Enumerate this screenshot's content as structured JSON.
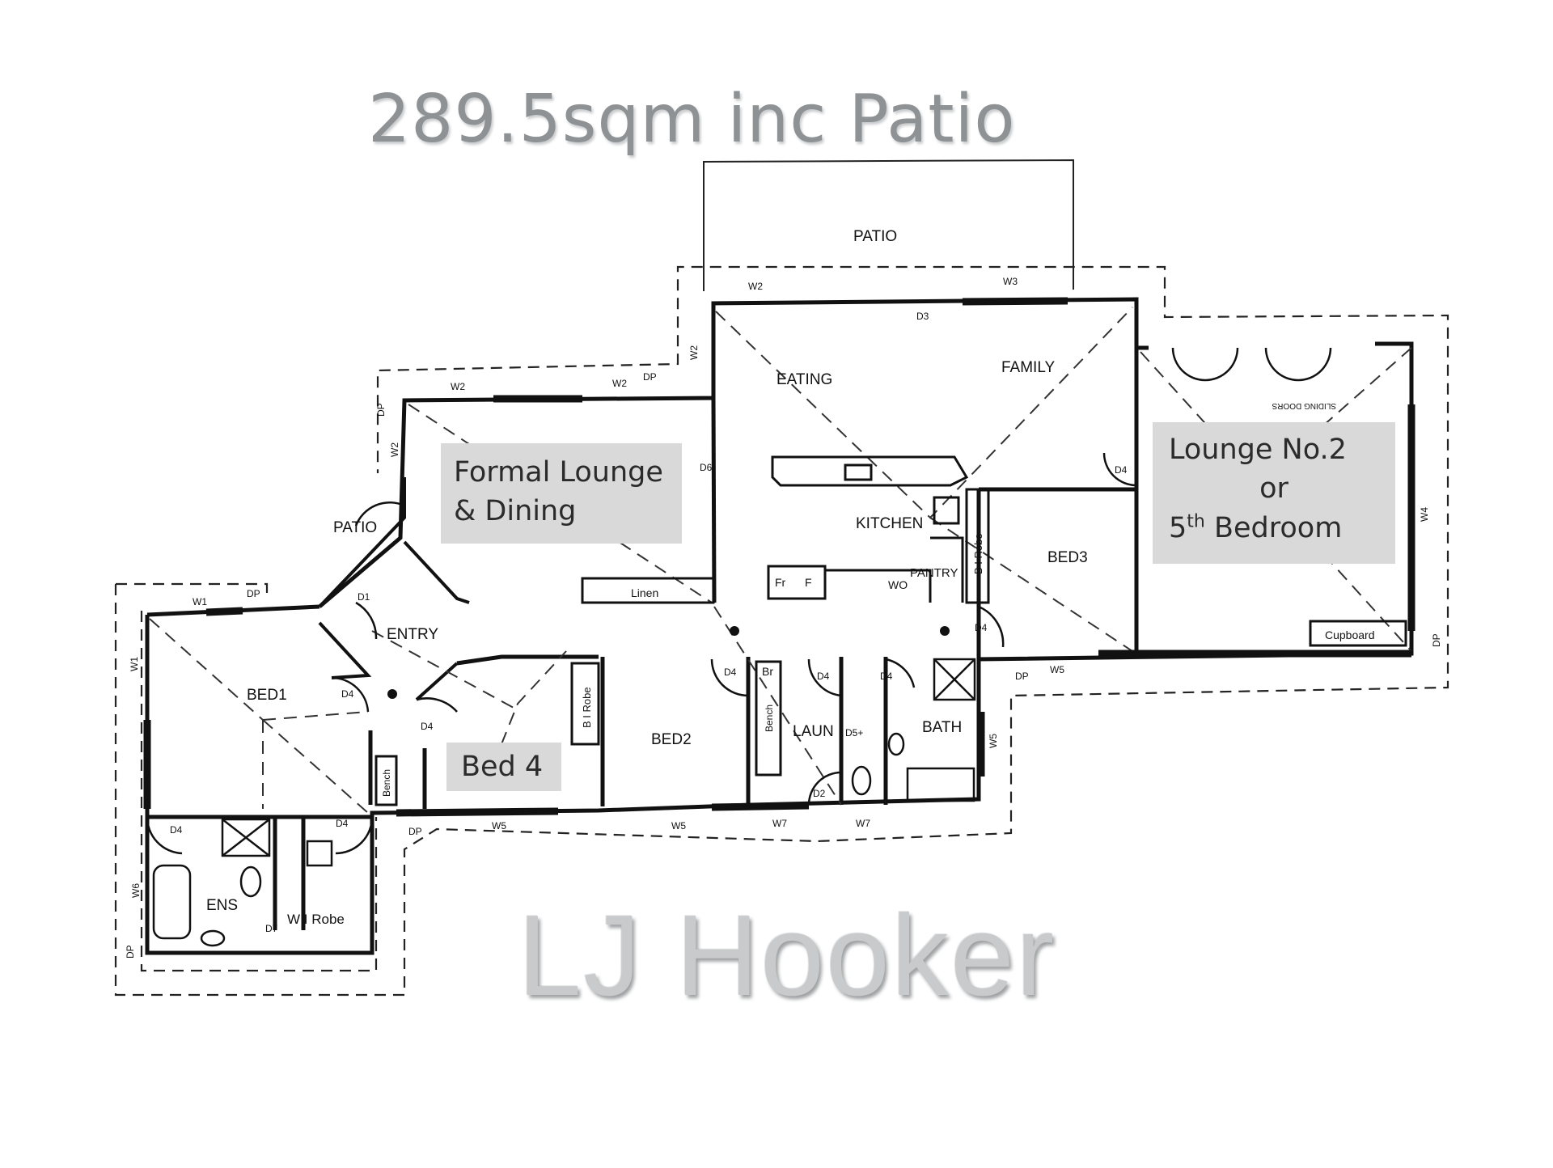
{
  "header": {
    "area": "289.5sqm inc Patio"
  },
  "footer": {
    "brand": "LJ Hooker"
  },
  "callouts": {
    "formal_lounge": {
      "line1": "Formal Lounge",
      "line2": "& Dining"
    },
    "bed4": "Bed 4",
    "lounge2": {
      "line1": "Lounge No.2",
      "line2": "or",
      "line3_num": "5",
      "line3_sup": "th",
      "line3_rest": " Bedroom"
    }
  },
  "rooms": {
    "patio_top": "PATIO",
    "patio_entry": "PATIO",
    "eating": "EATING",
    "family": "FAMILY",
    "kitchen": "KITCHEN",
    "pantry": "PANTRY",
    "bed1": "BED1",
    "bed2": "BED2",
    "bed3": "BED3",
    "entry": "ENTRY",
    "laun": "LAUN",
    "bath": "BATH",
    "ens": "ENS",
    "wi_robe": "W I Robe",
    "linen": "Linen",
    "cupboard": "Cupboard",
    "bi_robe_1": "B I Robe",
    "bi_robe_2": "B I Robe",
    "bench_1": "Bench",
    "bench_2": "Bench",
    "sliding_doors": "SLIDING DOORS",
    "fr": "Fr",
    "f": "F",
    "wo": "WO",
    "br": "Br"
  },
  "marks": {
    "w1a": "W1",
    "w1b": "W1",
    "w2a": "W2",
    "w2b": "W2",
    "w2c": "W2",
    "w2d": "W2",
    "w2e": "W2",
    "w3": "W3",
    "w4": "W4",
    "w5a": "W5",
    "w5b": "W5",
    "w5c": "W5",
    "w5d": "W5",
    "w6": "W6",
    "w7a": "W7",
    "w7b": "W7",
    "d1": "D1",
    "d2": "D2",
    "d3": "D3",
    "d4a": "D4",
    "d4b": "D4",
    "d4c": "D4",
    "d4d": "D4",
    "d4e": "D4",
    "d4f": "D4",
    "d4g": "D4",
    "d4h": "D4",
    "d4i": "D4",
    "d4j": "D4",
    "d5": "D5+",
    "d6": "D6",
    "d7": "D7",
    "dp1": "DP",
    "dp2": "DP",
    "dp3": "DP",
    "dp4": "DP",
    "dp5": "DP",
    "dp6": "DP",
    "dp7": "DP"
  }
}
